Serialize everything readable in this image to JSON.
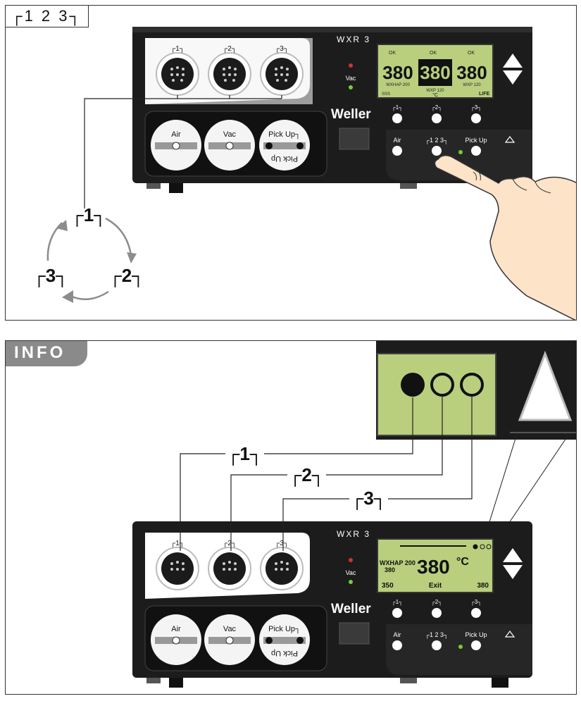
{
  "panel1": {
    "tag": "┌1 2 3┐",
    "cycle": {
      "one": "┌1┐",
      "two": "┌2┐",
      "three": "┌3┐"
    }
  },
  "panel2": {
    "tag": "INFO",
    "callouts": {
      "one": "┌1┐",
      "two": "┌2┐",
      "three": "┌3┐"
    }
  },
  "device": {
    "model": "WXR 3",
    "brand": "Weller",
    "vac_led": "Vac",
    "ports": [
      "┌1┐",
      "┌2┐",
      "┌3┐"
    ],
    "bottom_knobs": [
      "Air",
      "Vac",
      "Pick Up┐"
    ],
    "pick_up_flipped": "Pick Up",
    "channel_buttons": [
      "┌1┐",
      "┌2┐",
      "┌3┐"
    ],
    "air_button": "Air",
    "select_button": "┌1 2 3┐",
    "pickup_button": "Pick Up"
  },
  "display1": {
    "status": [
      "OK",
      "OK",
      "OK"
    ],
    "temps": [
      "380",
      "380",
      "380"
    ],
    "tools": [
      "WXHAP 200",
      "WXP 120",
      "WXP 120"
    ],
    "unit": "°C",
    "footer_left": "SSS",
    "footer_right": "LIFE"
  },
  "display2": {
    "tool": "WXHAP 200",
    "tool_temp": "380",
    "main_temp": "380",
    "unit": "°C",
    "footer": [
      "350",
      "Exit",
      "380"
    ]
  },
  "colors": {
    "frame": "#333333",
    "lcd": "#b9cf7e",
    "device": "#1c1c1c",
    "info_tag": "#8a8a8a",
    "arrow": "#8c8c8c"
  }
}
